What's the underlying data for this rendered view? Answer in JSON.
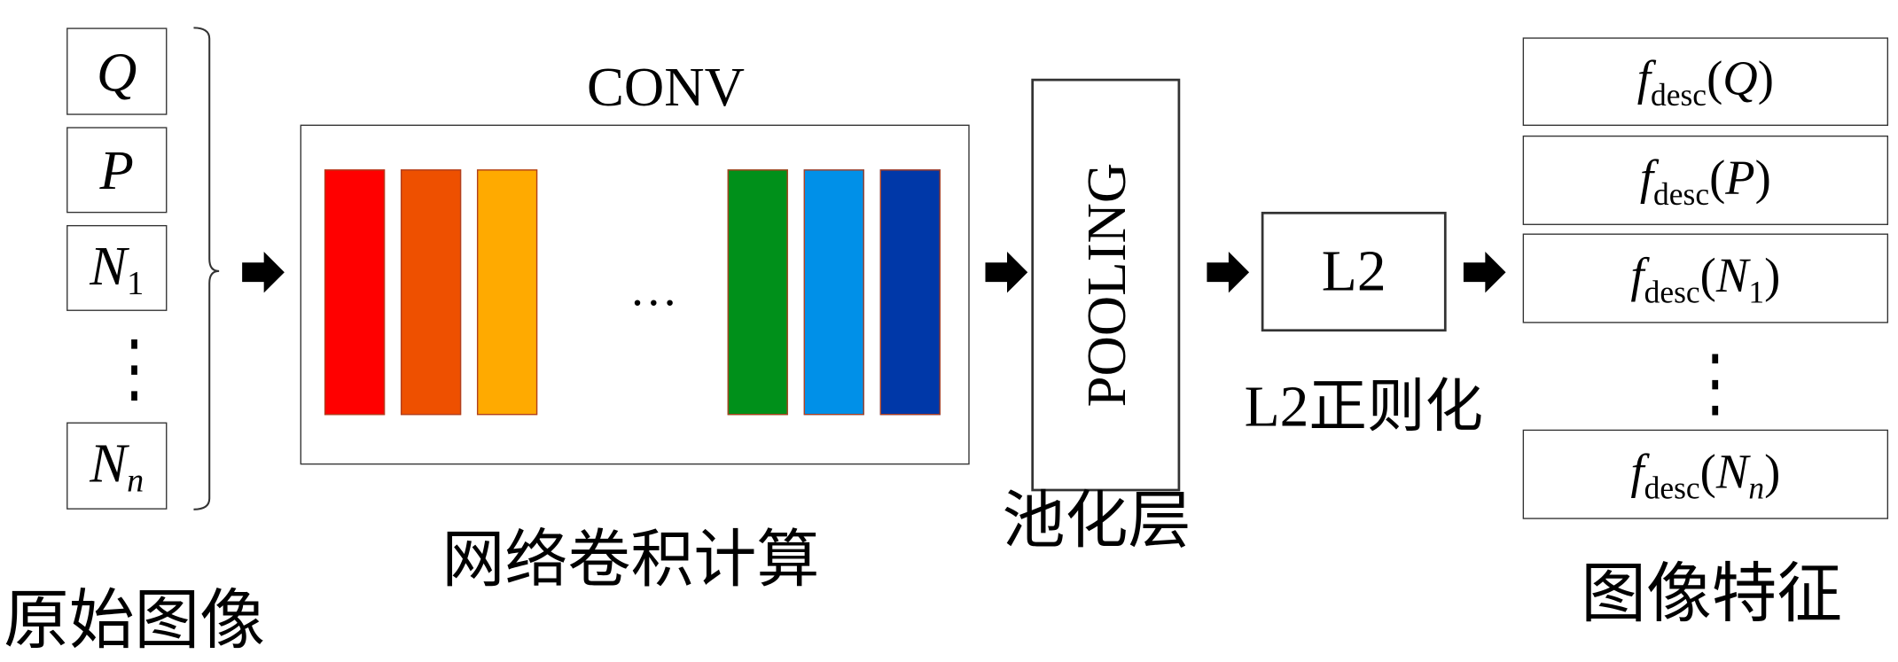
{
  "inputs": {
    "label": "原始图像",
    "items": [
      {
        "main": "Q",
        "sub": ""
      },
      {
        "main": "P",
        "sub": ""
      },
      {
        "main": "N",
        "sub": "1"
      },
      {
        "main": "N",
        "sub": "n"
      }
    ],
    "ellipsis": "⋮"
  },
  "conv": {
    "title": "CONV",
    "label": "网络卷积计算",
    "ellipsis": "…",
    "bar_colors": [
      "#ff0000",
      "#ee5000",
      "#ffaa00",
      "#00901a",
      "#0090e8",
      "#0038a8"
    ]
  },
  "pooling": {
    "text": "POOLING",
    "label": "池化层"
  },
  "l2": {
    "text": "L2",
    "label": "L2正则化"
  },
  "outputs": {
    "label": "图像特征",
    "f": "f",
    "sub": "desc",
    "items": [
      {
        "main": "Q",
        "sub": ""
      },
      {
        "main": "P",
        "sub": ""
      },
      {
        "main": "N",
        "sub": "1"
      },
      {
        "main": "N",
        "sub": "n"
      }
    ],
    "ellipsis": "⋮"
  }
}
